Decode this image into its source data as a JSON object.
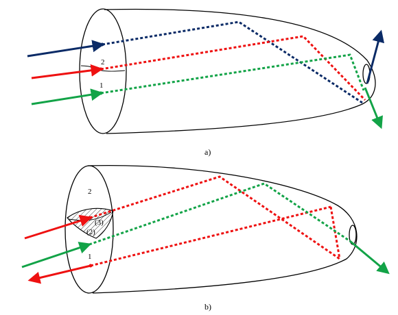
{
  "panels": [
    {
      "caption": "a)",
      "labels": [
        "2",
        "1"
      ],
      "colors": {
        "blue": "#0a2a66",
        "red": "#ee1111",
        "green": "#12a347"
      }
    },
    {
      "caption": "b)",
      "labels": [
        "2",
        "(3)",
        "(2)",
        "1"
      ],
      "colors": {
        "red": "#ee1111",
        "green": "#12a347"
      }
    }
  ]
}
